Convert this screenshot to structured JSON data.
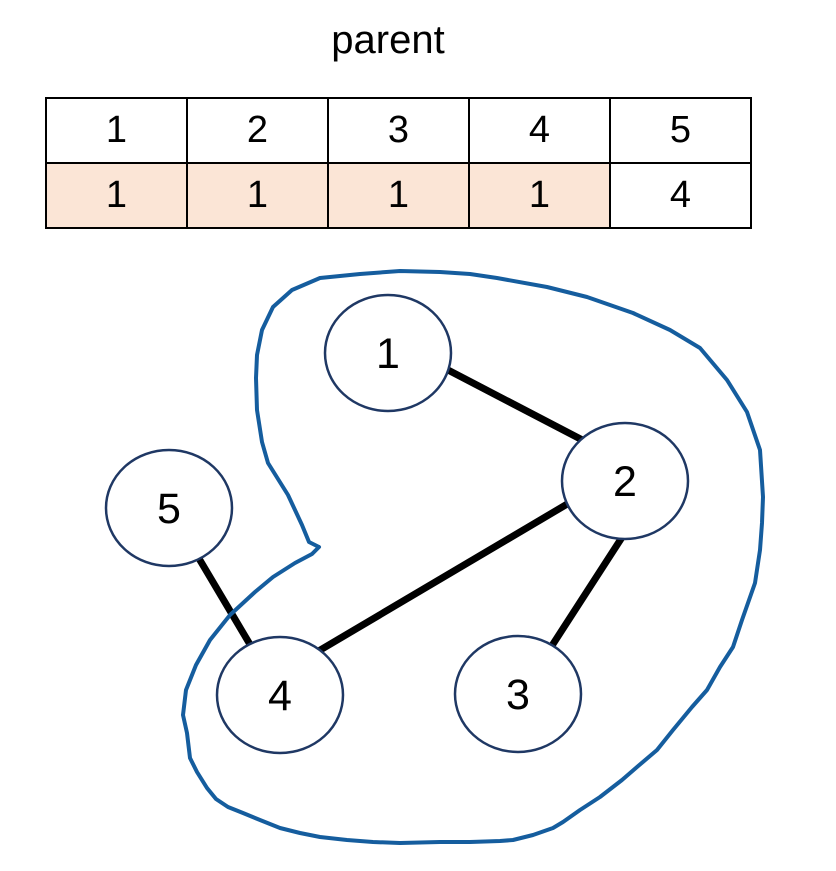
{
  "title": "parent",
  "table": {
    "header": [
      "1",
      "2",
      "3",
      "4",
      "5"
    ],
    "row": [
      "1",
      "1",
      "1",
      "1",
      "4"
    ],
    "highlight_color": "#fbe5d6",
    "highlighted_header_indices": [
      "1",
      "2",
      "3",
      "4"
    ]
  },
  "graph": {
    "nodes": [
      {
        "id": "1",
        "label": "1"
      },
      {
        "id": "2",
        "label": "2"
      },
      {
        "id": "3",
        "label": "3"
      },
      {
        "id": "4",
        "label": "4"
      },
      {
        "id": "5",
        "label": "5"
      }
    ],
    "edges": [
      {
        "from": "1",
        "to": "2"
      },
      {
        "from": "2",
        "to": "4"
      },
      {
        "from": "2",
        "to": "3"
      },
      {
        "from": "5",
        "to": "4"
      }
    ],
    "lasso": {
      "color": "#155d9e",
      "encloses": [
        "1",
        "2",
        "3",
        "4"
      ]
    },
    "node_stroke_color": "#1f3864",
    "edge_color": "#000000"
  }
}
